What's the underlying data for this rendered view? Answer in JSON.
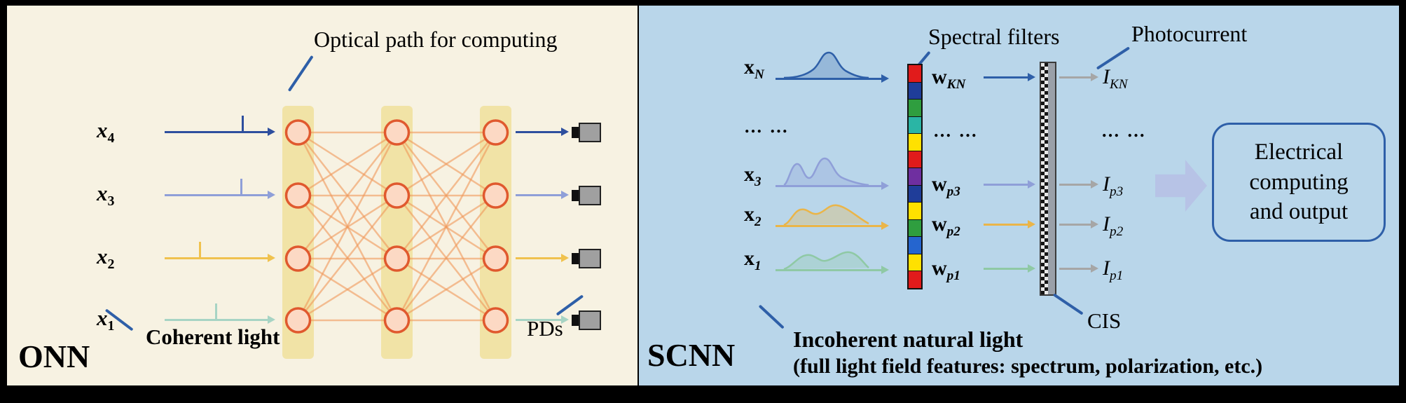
{
  "colors": {
    "left_bg": "#f7f2e2",
    "right_bg": "#b9d6ea",
    "pointer": "#2e5fa8"
  },
  "left": {
    "title": "ONN",
    "optical_path_label": "Optical path for computing",
    "coherent_light_label": "Coherent light",
    "pds_label": "PDs",
    "inputs": [
      {
        "base": "x",
        "sub": "4",
        "color": "#2e4f9e"
      },
      {
        "base": "x",
        "sub": "3",
        "color": "#8f9fd8"
      },
      {
        "base": "x",
        "sub": "2",
        "color": "#f0c24e"
      },
      {
        "base": "x",
        "sub": "1",
        "color": "#a7d4c4"
      }
    ],
    "network": {
      "band_color": "#f1e3a6",
      "node_fill": "#fcd9c4",
      "node_stroke": "#e0592e",
      "edge_color": "#f0975a"
    }
  },
  "right": {
    "title": "SCNN",
    "spectral_filters_label": "Spectral filters",
    "photocurrent_label": "Photocurrent",
    "cis_label": "CIS",
    "incoherent_light_line1": "Incoherent natural light",
    "incoherent_light_line2": "(full light field features:  spectrum, polarization, etc.)",
    "ellipsis": "… …",
    "output_box_lines": [
      "Electrical",
      "computing",
      "and output"
    ],
    "rows": [
      {
        "input_base": "x",
        "input_sub": "N",
        "weight_base": "w",
        "weight_sub": "KN",
        "current_base": "I",
        "current_sub": "KN",
        "color": "#2e5fa8"
      },
      {
        "input_base": "x",
        "input_sub": "3",
        "weight_base": "w",
        "weight_sub": "p3",
        "current_base": "I",
        "current_sub": "p3",
        "color": "#8f9fd8"
      },
      {
        "input_base": "x",
        "input_sub": "2",
        "weight_base": "w",
        "weight_sub": "p2",
        "current_base": "I",
        "current_sub": "p2",
        "color": "#eab549"
      },
      {
        "input_base": "x",
        "input_sub": "1",
        "weight_base": "w",
        "weight_sub": "p1",
        "current_base": "I",
        "current_sub": "p1",
        "color": "#8fc9a5"
      }
    ],
    "filter_colors": [
      "#e11b1b",
      "#1f3d99",
      "#2f9e3f",
      "#2ab5a5",
      "#ffe100",
      "#e11b1b",
      "#6f2fa0",
      "#1f3d99",
      "#ffe100",
      "#2f9e3f",
      "#2565cf",
      "#ffe100",
      "#e11b1b"
    ],
    "photocurrent_color": "#a6a6a6",
    "block_arrow_color": "#b7c3e6",
    "box_border_color": "#2e5fa8"
  }
}
